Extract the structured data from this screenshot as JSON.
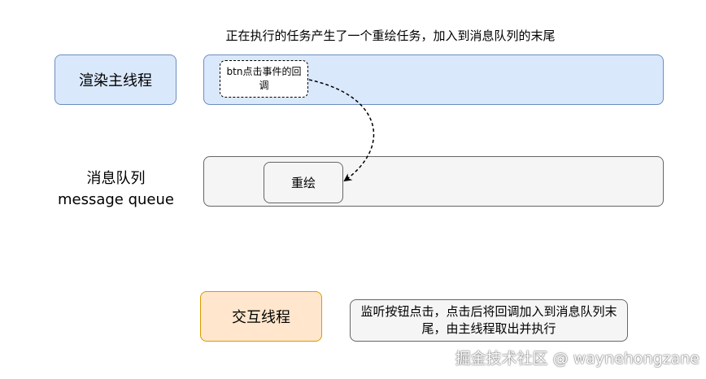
{
  "diagram": {
    "top_caption": "正在执行的任务产生了一个重绘任务，加入到消息队列的末尾",
    "render_thread": {
      "label": "渲染主线程",
      "task": "btn点击事件的回调"
    },
    "message_queue": {
      "label_cn": "消息队列",
      "label_en": "message queue",
      "task": "重绘"
    },
    "interaction_thread": {
      "label": "交互线程",
      "note": "监听按钮点击，点击后将回调加入到消息队列末尾，由主线程取出并执行"
    },
    "colors": {
      "render_fill": "#dae8fc",
      "render_stroke": "#6c8ebf",
      "queue_fill": "#f5f5f5",
      "queue_stroke": "#666666",
      "interaction_fill": "#ffe6cc",
      "interaction_stroke": "#d79b00"
    }
  },
  "watermark": "掘金技术社区 @ waynehongzane"
}
